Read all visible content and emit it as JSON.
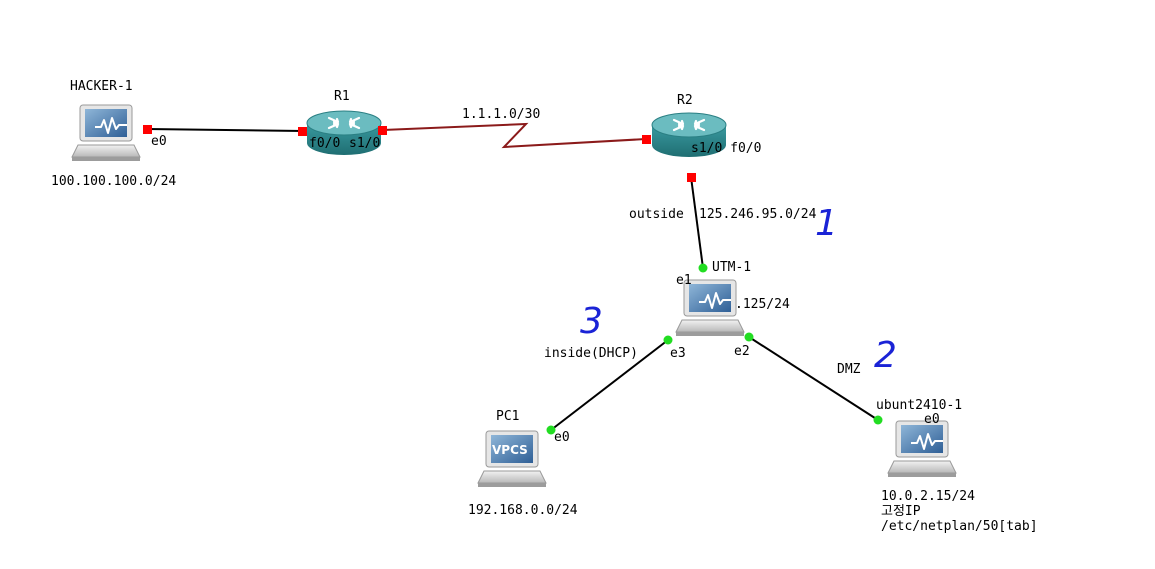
{
  "nodes": {
    "hacker1": {
      "name": "HACKER-1",
      "network": "100.100.100.0/24",
      "port_e0": "e0"
    },
    "r1": {
      "name": "R1",
      "port_f00": "f0/0",
      "port_s10": "s1/0"
    },
    "r2": {
      "name": "R2",
      "ports": "s1/0 f0/0"
    },
    "utm1": {
      "name": "UTM-1",
      "port_e1": "e1",
      "ip": ".125/24",
      "port_e3": "e3",
      "port_e2": "e2"
    },
    "pc1": {
      "name": "PC1",
      "badge": "VPCS",
      "port_e0": "e0",
      "network": "192.168.0.0/24"
    },
    "ubuntu": {
      "name": "ubunt2410-1",
      "port_e0": "e0",
      "ip": "10.0.2.15/24",
      "note1": "고정IP",
      "note2": "/etc/netplan/50[tab]"
    }
  },
  "links": {
    "r1_r2_subnet": "1.1.1.0/30",
    "outside_label": "outside",
    "outside_subnet": "125.246.95.0/24",
    "inside_label": "inside(DHCP)",
    "dmz_label": "DMZ"
  },
  "annotations": {
    "one": "1",
    "two": "2",
    "three": "3"
  },
  "colors": {
    "router_body": "#2f8a8e",
    "router_top": "#6bbcc0",
    "serial_link": "#8b1a1a",
    "ethernet_link": "#000000",
    "port_down": "#ff0000",
    "port_up": "#22dd22",
    "handwriting": "#1a23d6"
  }
}
